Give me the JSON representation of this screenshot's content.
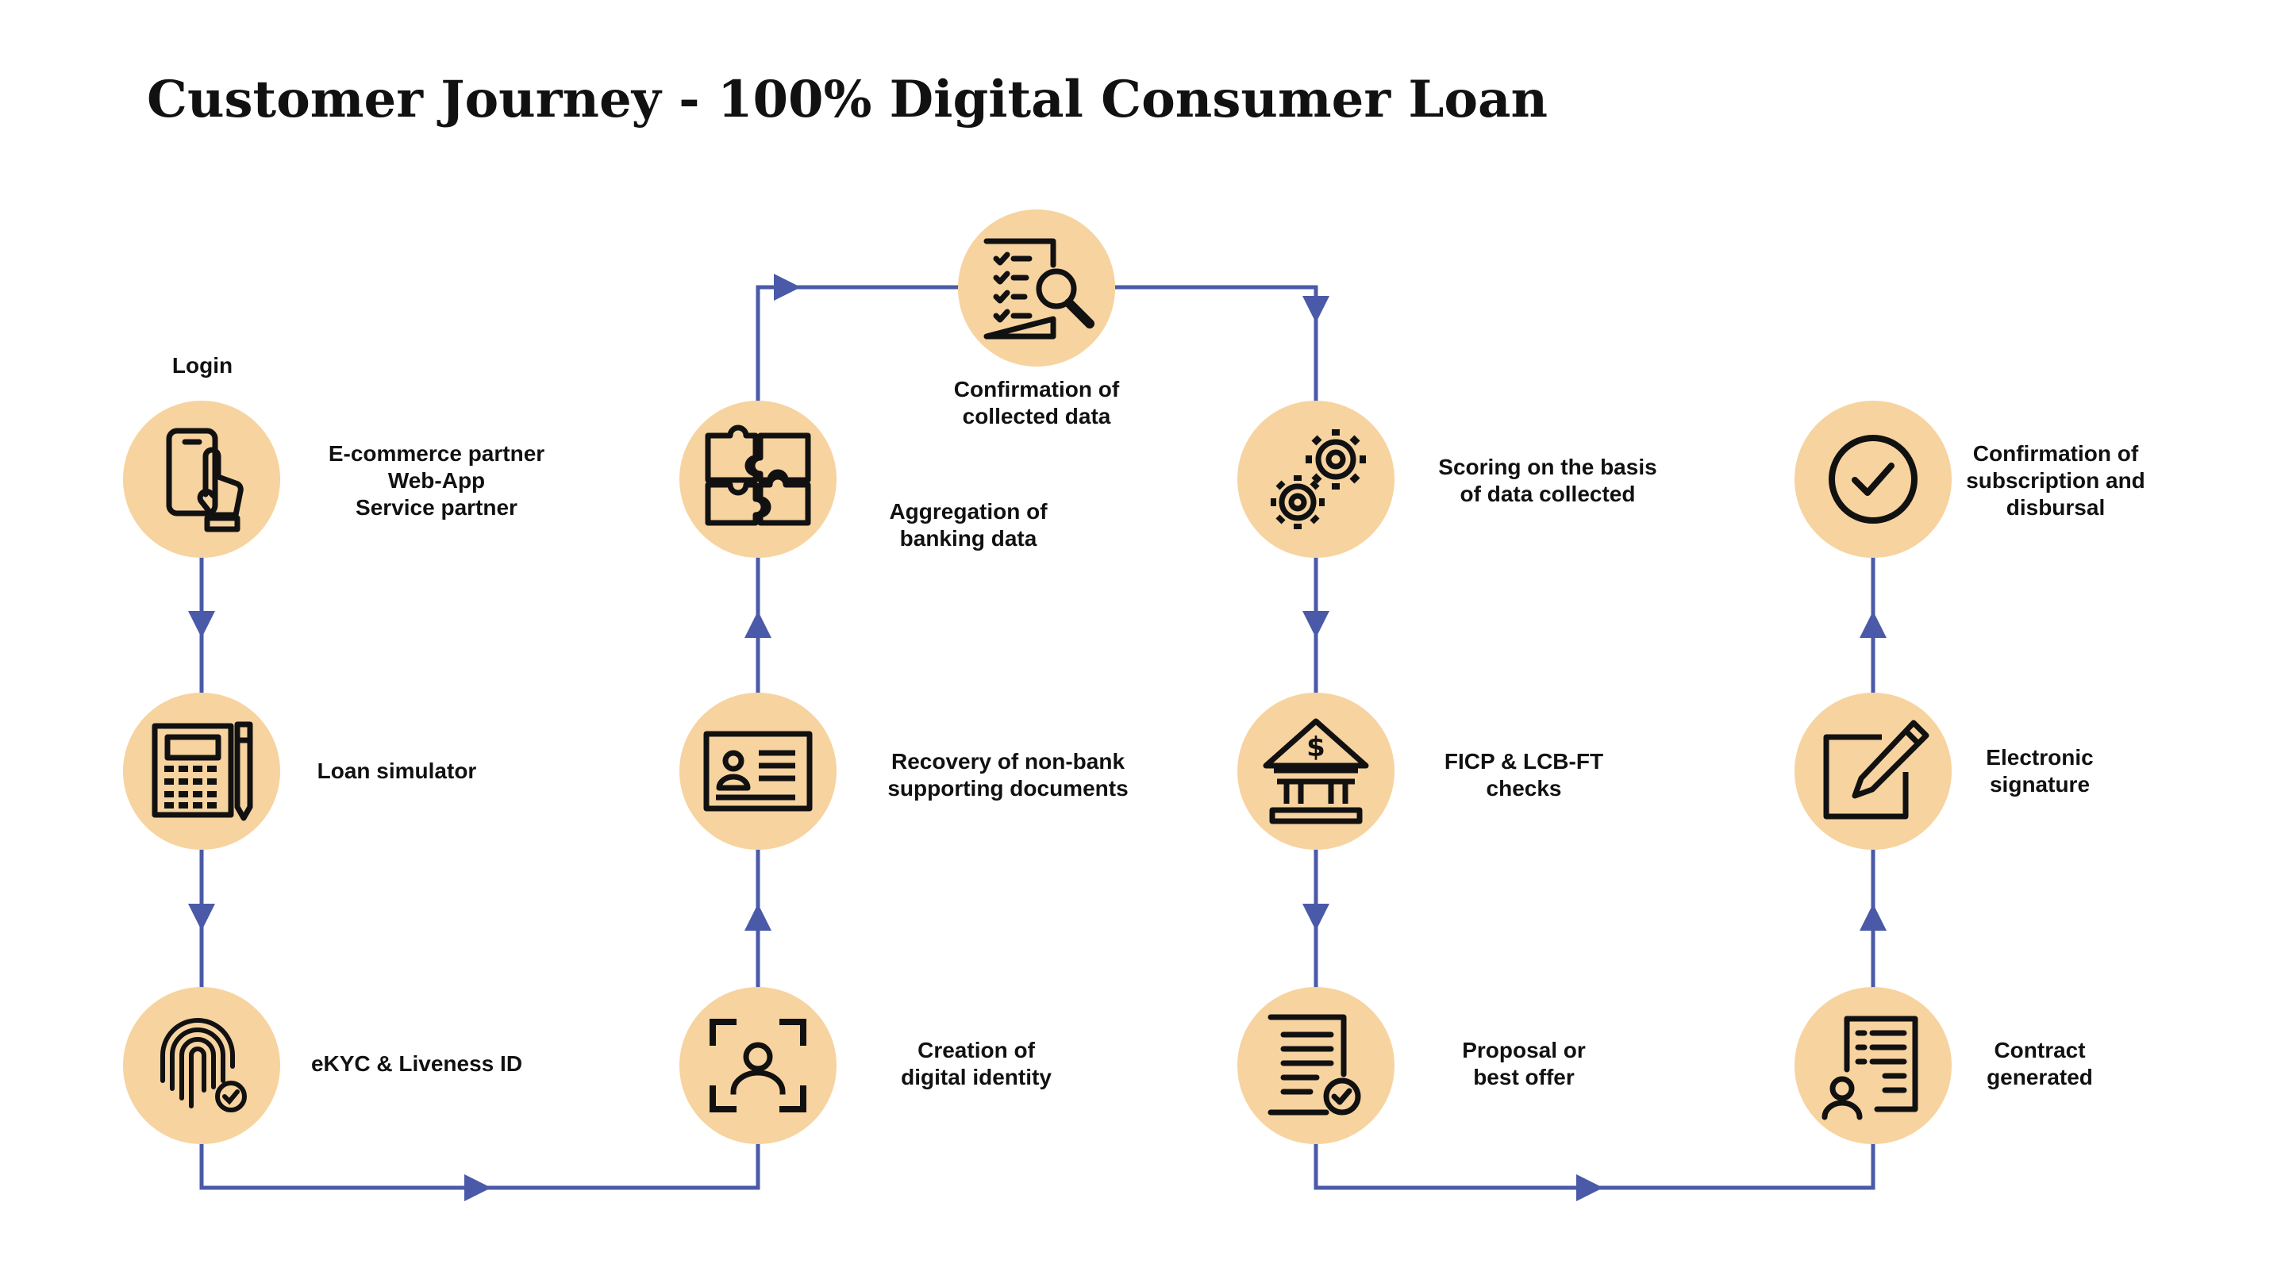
{
  "title": "Customer Journey - 100% Digital Consumer Loan",
  "colors": {
    "connector": "#4a5aa8",
    "node_fill": "#f7d39f",
    "icon": "#111111",
    "text": "#111111"
  },
  "steps": [
    {
      "id": "login",
      "header": "Login",
      "label": "E-commerce partner\nWeb-App\nService partner",
      "icon": "phone-touch-icon"
    },
    {
      "id": "loan-simulator",
      "label": "Loan simulator",
      "icon": "calculator-icon"
    },
    {
      "id": "ekyc",
      "label": "eKYC & Liveness ID",
      "icon": "fingerprint-check-icon"
    },
    {
      "id": "digital-identity",
      "label": "Creation of\ndigital identity",
      "icon": "face-scan-icon"
    },
    {
      "id": "non-bank-docs",
      "label": "Recovery of non-bank\nsupporting documents",
      "icon": "id-card-icon"
    },
    {
      "id": "banking-data",
      "label": "Aggregation of\nbanking data",
      "icon": "puzzle-icon"
    },
    {
      "id": "confirm-data",
      "label": "Confirmation of\ncollected data",
      "icon": "checklist-search-icon"
    },
    {
      "id": "scoring",
      "label": "Scoring on the basis\nof data collected",
      "icon": "gears-icon"
    },
    {
      "id": "ficp",
      "label": "FICP & LCB-FT\nchecks",
      "icon": "bank-icon"
    },
    {
      "id": "proposal",
      "label": "Proposal or\nbest offer",
      "icon": "document-check-icon"
    },
    {
      "id": "contract",
      "label": "Contract\ngenerated",
      "icon": "contract-icon"
    },
    {
      "id": "signature",
      "label": "Electronic\nsignature",
      "icon": "pen-sign-icon"
    },
    {
      "id": "disbursal",
      "label": "Confirmation of\nsubscription and\ndisbursal",
      "icon": "check-circle-icon"
    }
  ]
}
